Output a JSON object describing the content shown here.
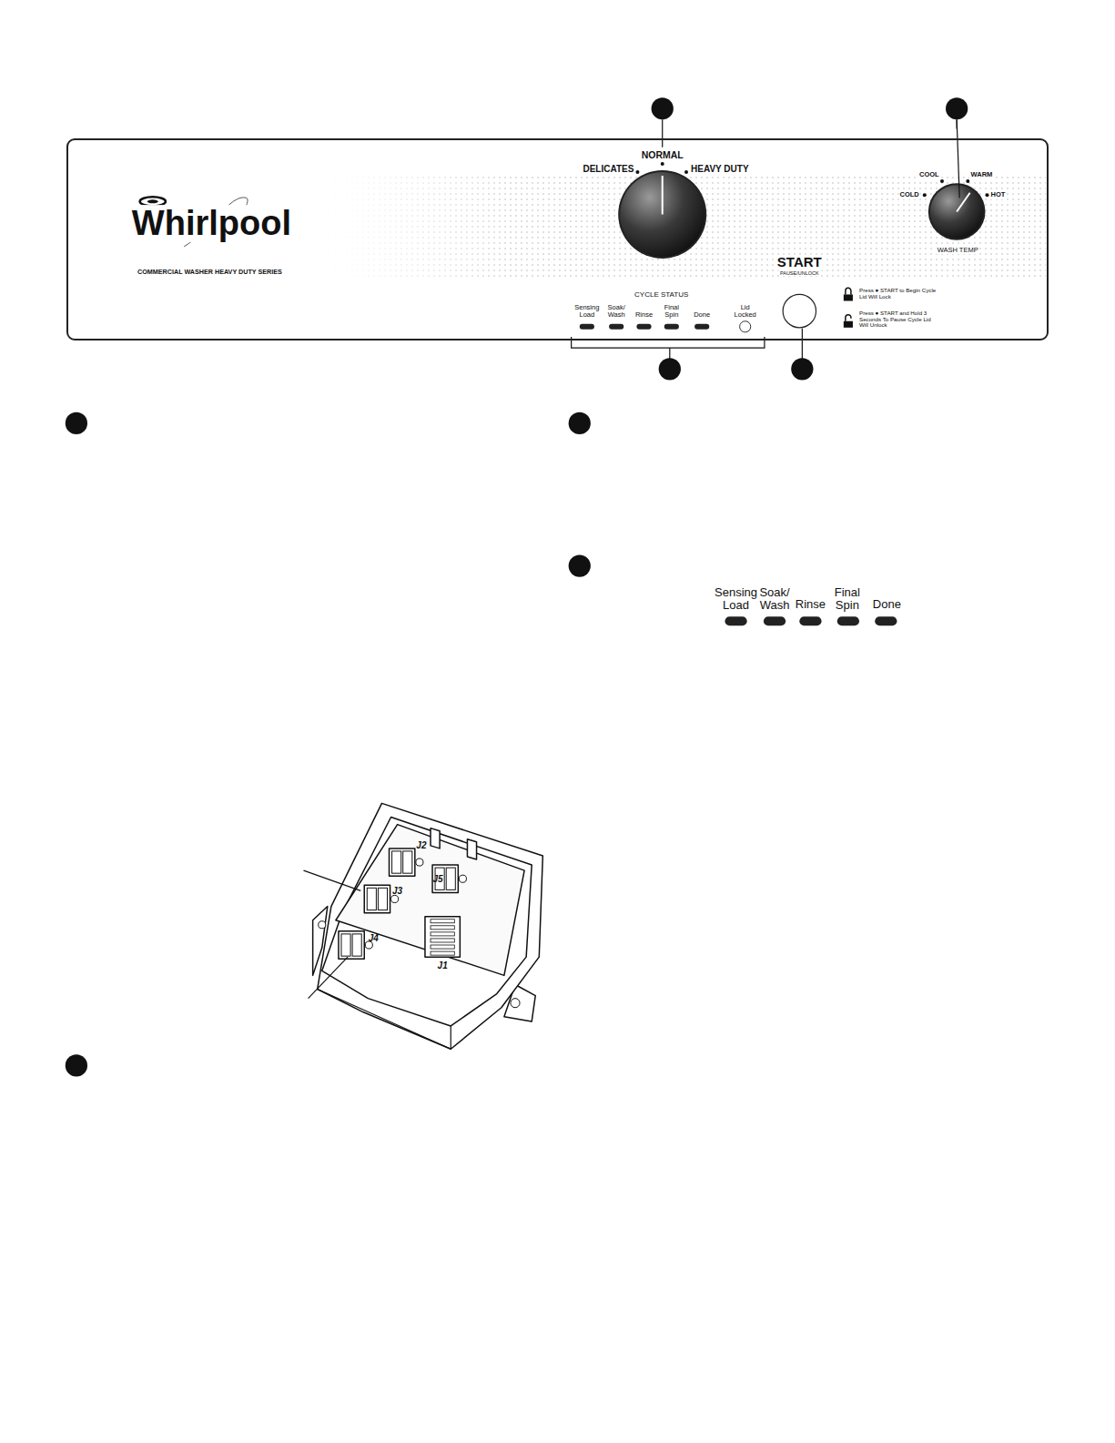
{
  "diagram": {
    "nodes": [
      {
        "text": [
          "Whirlpool",
          "COMMERCIAL WASHER HEAVY DUTY SERIES",
          "NORMAL",
          "DELICATES",
          "HEAVY DUTY",
          "COOL",
          "WARM",
          "COLD",
          "HOT",
          "WASH TEMP",
          "START",
          "PAUSE/UNLOCK",
          "CYCLE STATUS",
          "Sensing Load",
          "Soak/ Wash",
          "Rinse",
          "Final Spin",
          "Done",
          "Lid Locked",
          "Press ● START to Begin Cycle Lid Will Lock",
          "Press ● START and Hold 3 Seconds To Pause Cycle Lid Will Unlock"
        ]
      }
    ],
    "labels": [
      "Sensing Load",
      "Soak/ Wash",
      "Rinse",
      "Final Spin",
      "Done",
      "J2",
      "J3",
      "J5",
      "J4",
      "J1"
    ]
  }
}
